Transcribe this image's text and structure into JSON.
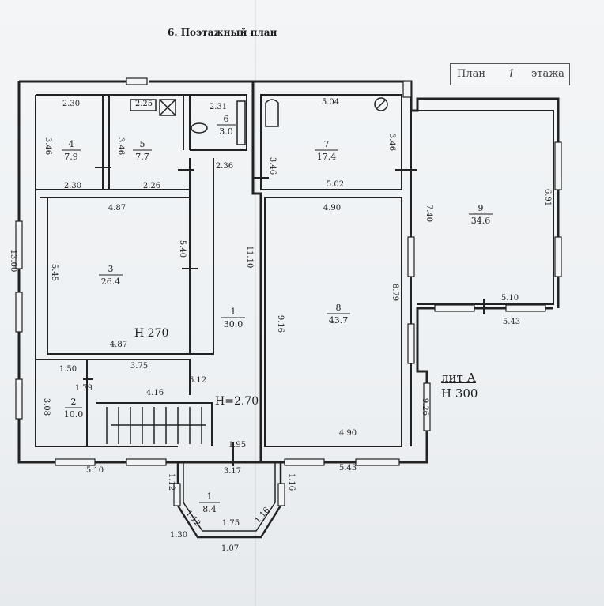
{
  "title": "6. Поэтажный план",
  "plan_label": {
    "prefix": "План",
    "floor": "1",
    "suffix": "этажа"
  },
  "building": {
    "lit": "лит А",
    "height": "Н 300"
  },
  "rooms": [
    {
      "id": "1",
      "area": "30.0"
    },
    {
      "id": "1",
      "area": "8.4"
    },
    {
      "id": "2",
      "area": "10.0"
    },
    {
      "id": "3",
      "area": "26.4"
    },
    {
      "id": "4",
      "area": "7.9"
    },
    {
      "id": "5",
      "area": "7.7"
    },
    {
      "id": "6",
      "area": "3.0"
    },
    {
      "id": "7",
      "area": "17.4"
    },
    {
      "id": "8",
      "area": "43.7"
    },
    {
      "id": "9",
      "area": "34.6"
    }
  ],
  "heights": [
    "Н 270",
    "Н=2.70"
  ],
  "dimensions": {
    "r4_top": "2.30",
    "r4_side": "3.46",
    "r4_bottom": "2.30",
    "r5_top": "2.25",
    "r5_side": "3.46",
    "r5_bottom": "2.26",
    "r6_top": "2.31",
    "r6_bottom": "2.36",
    "r7_top": "5.04",
    "r7_side": "3.46",
    "r7_bottom": "5.02",
    "r7_left": "3.46",
    "r3_top": "4.87",
    "r3_bottom": "4.87",
    "r3_right": "5.40",
    "r3_left": "5.45",
    "r1_side": "11.10",
    "r8_top": "4.90",
    "r8_bottom": "4.90",
    "r8_left": "9.16",
    "r8_right": "8.79",
    "r9_left": "7.40",
    "r9_right": "6.91",
    "r9_inner": "5.10",
    "r9_outer": "5.43",
    "outer_left": "13.00",
    "stair_a": "1.50",
    "stair_b": "3.75",
    "stair_c": "4.16",
    "stair_d": "6.12",
    "r2_side": "3.08",
    "r2_h": "1.79",
    "bottom_left": "5.10",
    "bottom_right": "5.43",
    "right_lower": "9.26",
    "porch_top": "1.95",
    "porch_w": "3.17",
    "porch_l1": "1.12",
    "porch_l2": "1.12",
    "porch_r1": "1.16",
    "porch_r2": "1.16",
    "porch_d1": "1.12",
    "porch_d2": "1.16",
    "porch_b1": "1.75",
    "porch_b2": "1.07",
    "porch_side": "1.30"
  }
}
